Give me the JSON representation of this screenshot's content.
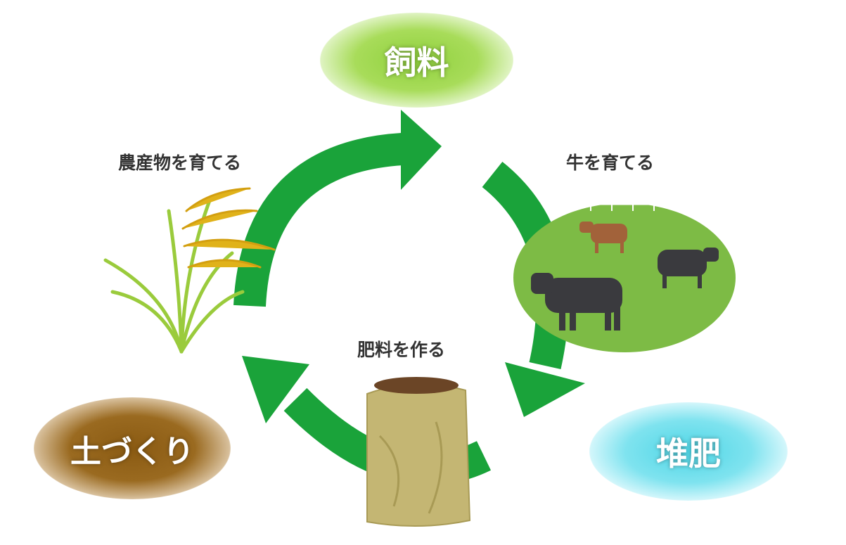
{
  "nodes": {
    "feed": "飼料",
    "compost": "堆肥",
    "soil": "土づくり"
  },
  "steps": {
    "raise_crops": "農産物を育てる",
    "raise_cattle": "牛を育てる",
    "make_fertilizer": "肥料を作る"
  },
  "colors": {
    "arrow": "#1aa33a",
    "feed": "#8fd03c",
    "compost": "#4fd6e6",
    "soil": "#8a5a12",
    "pasture": "#7dbb45"
  }
}
